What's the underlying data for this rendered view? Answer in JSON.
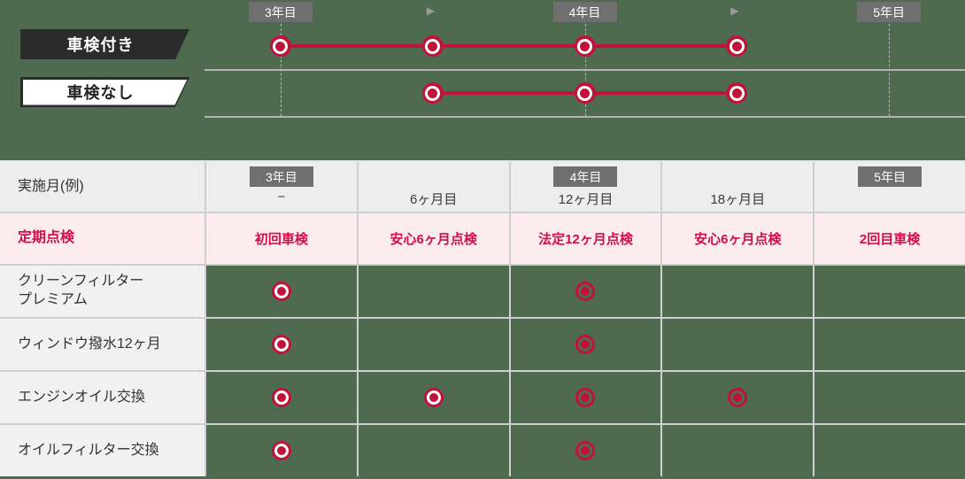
{
  "colors": {
    "background_green": "#4e6b50",
    "brand_red": "#c1123a",
    "text_red": "#d40e4e",
    "badge_gray": "#6f6f6f",
    "dark_plan_badge": "#2b2b2b",
    "header_row_bg": "#ededed",
    "label_col_bg": "#f1f1f1",
    "pink_row_bg": "#fcecef",
    "grid_line": "#cfcfcf",
    "separator_gray": "#b3b3b3"
  },
  "timeline": {
    "arrow_icon": "▶",
    "arrow_cols": [
      1,
      3
    ],
    "year_badges": [
      {
        "label": "3年目",
        "col": 0
      },
      {
        "label": "4年目",
        "col": 2
      },
      {
        "label": "5年目",
        "col": 4
      }
    ],
    "plans": [
      {
        "label": "車検付き",
        "variant": "dark",
        "marker_cols": [
          0,
          1,
          2,
          3
        ],
        "line_from": 0,
        "line_to": 3
      },
      {
        "label": "車検なし",
        "variant": "light",
        "marker_cols": [
          1,
          2,
          3
        ],
        "line_from": 1,
        "line_to": 3
      }
    ]
  },
  "table": {
    "header_row": {
      "label": "実施月(例)",
      "cells": [
        {
          "badge": "3年目",
          "text": "−"
        },
        {
          "badge": "",
          "text": "6ヶ月目"
        },
        {
          "badge": "4年目",
          "text": "12ヶ月目"
        },
        {
          "badge": "",
          "text": "18ヶ月目"
        },
        {
          "badge": "5年目",
          "text": ""
        }
      ]
    },
    "inspection_row": {
      "label": "定期点検",
      "cells": [
        "初回車検",
        "安心6ヶ月点検",
        "法定12ヶ月点検",
        "安心6ヶ月点検",
        "2回目車検"
      ]
    },
    "service_rows": [
      {
        "label": "クリーンフィルター\nプレミアム",
        "markers": [
          "white",
          null,
          "green",
          null,
          null
        ]
      },
      {
        "label": "ウィンドウ撥水12ヶ月",
        "markers": [
          "white",
          null,
          "green",
          null,
          null
        ]
      },
      {
        "label": "エンジンオイル交換",
        "markers": [
          "white",
          "white",
          "green",
          "green",
          null
        ]
      },
      {
        "label": "オイルフィルター交換",
        "markers": [
          "white",
          null,
          "green",
          null,
          null
        ]
      }
    ],
    "marker_legend": {
      "white": "red-circle-white-ring",
      "green": "red-circle-green-ring"
    }
  }
}
